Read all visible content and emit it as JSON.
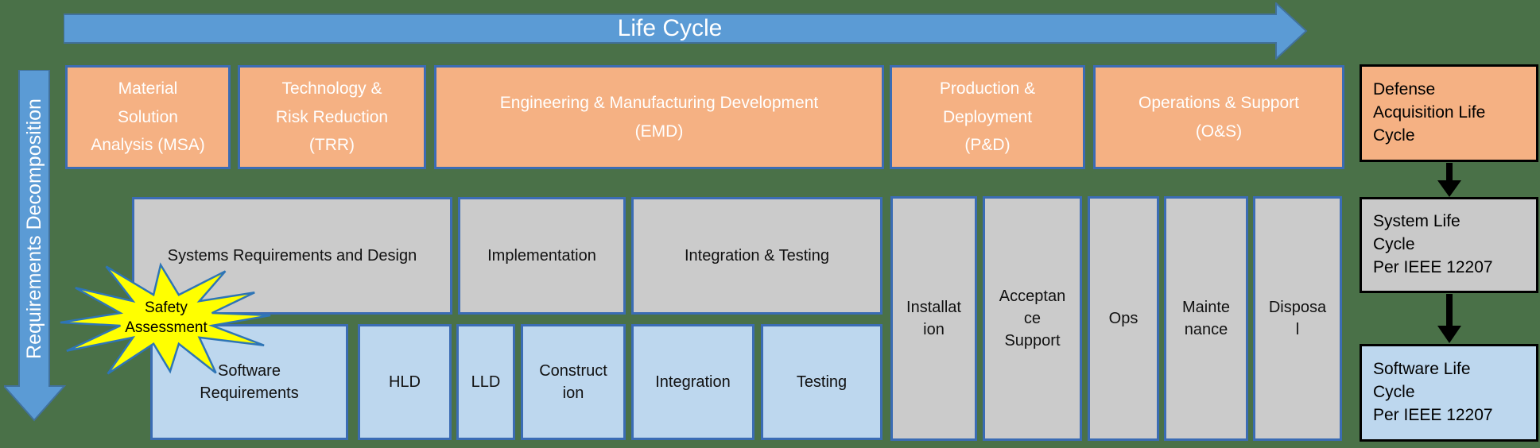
{
  "colors": {
    "background": "#4A7148",
    "arrow_fill": "#5B9BD5",
    "arrow_outline": "#41719C",
    "box_outline": "#3B6CB4",
    "orange_fill": "#F5B183",
    "gray_fill": "#CBCBCB",
    "light_blue_fill": "#BDD7EE",
    "star_fill": "#FFFF00",
    "legend_border": "#000000"
  },
  "life_cycle_arrow": {
    "label": "Life Cycle"
  },
  "requirements_arrow": {
    "label": "Requirements Decomposition"
  },
  "acquisition_phases": [
    {
      "id": "msa",
      "label": "Material\nSolution\nAnalysis (MSA)"
    },
    {
      "id": "trr",
      "label": "Technology &\nRisk Reduction\n(TRR)"
    },
    {
      "id": "emd",
      "label": "Engineering & Manufacturing Development\n(EMD)"
    },
    {
      "id": "pd",
      "label": "Production &\nDeployment\n(P&D)"
    },
    {
      "id": "os",
      "label": "Operations & Support\n(O&S)"
    }
  ],
  "system_phases": [
    {
      "id": "srd",
      "label": "Systems Requirements and Design"
    },
    {
      "id": "implementation",
      "label": "Implementation"
    },
    {
      "id": "integration-testing",
      "label": "Integration & Testing"
    },
    {
      "id": "installation",
      "label": "Installat\nion"
    },
    {
      "id": "acceptance-support",
      "label": "Acceptan\nce\nSupport"
    },
    {
      "id": "ops",
      "label": "Ops"
    },
    {
      "id": "maintenance",
      "label": "Mainte\nnance"
    },
    {
      "id": "disposal",
      "label": "Disposa\nl"
    }
  ],
  "software_phases": [
    {
      "id": "software-requirements",
      "label": "Software\nRequirements"
    },
    {
      "id": "hld",
      "label": "HLD"
    },
    {
      "id": "lld",
      "label": "LLD"
    },
    {
      "id": "construction",
      "label": "Construct\nion"
    },
    {
      "id": "integration",
      "label": "Integration"
    },
    {
      "id": "testing",
      "label": "Testing"
    }
  ],
  "annotation": {
    "label": "Safety\nAssessment"
  },
  "legend": [
    {
      "id": "defense-acquisition",
      "label": "Defense\nAcquisition Life\nCycle"
    },
    {
      "id": "system-life",
      "label": "System Life\nCycle\nPer IEEE 12207"
    },
    {
      "id": "software-life",
      "label": "Software Life\nCycle\nPer IEEE 12207"
    }
  ]
}
